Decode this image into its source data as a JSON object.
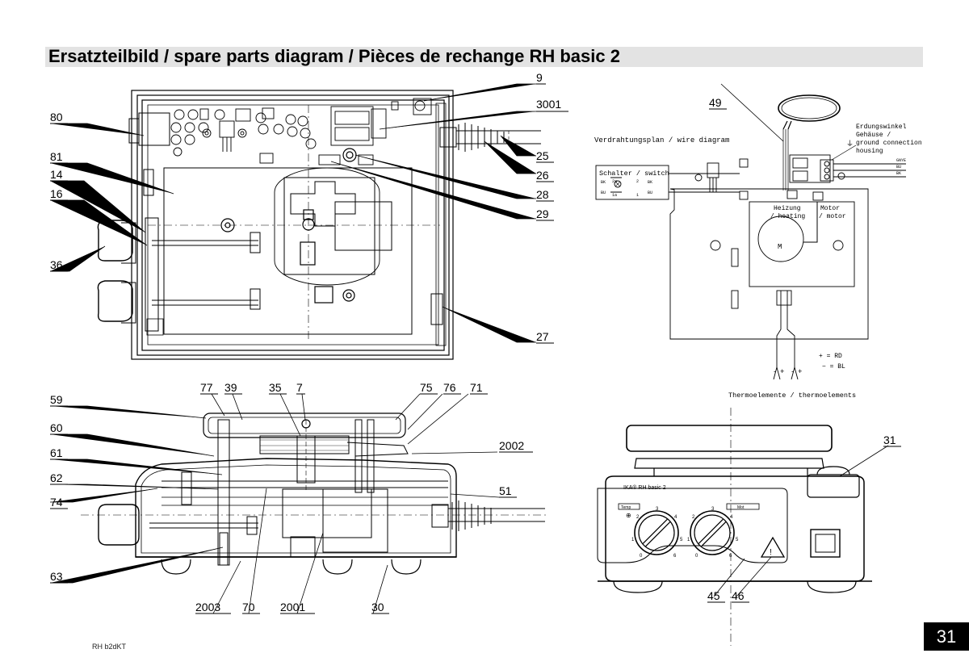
{
  "title": "Ersatzteilbild / spare parts diagram / Pièces de rechange   RH basic 2",
  "page_number": "31",
  "doc_code": "RH b2dKT",
  "top_view_callouts": [
    "9",
    "3001",
    "80",
    "81",
    "14",
    "16",
    "36",
    "25",
    "26",
    "28",
    "29",
    "27"
  ],
  "section_callouts": [
    "77",
    "39",
    "35",
    "7",
    "75",
    "76",
    "71",
    "59",
    "60",
    "61",
    "62",
    "74",
    "63",
    "2002",
    "51",
    "2003",
    "70",
    "2001",
    "30"
  ],
  "front_view_callouts": [
    "31",
    "45",
    "46"
  ],
  "wiring": {
    "callout": "49",
    "title": "Verdrahtungsplan / wire diagram",
    "switch_label": "Schalter / switch",
    "switch_terms": [
      "2a",
      "2",
      "1a",
      "1",
      "BK",
      "BU",
      "BK",
      "BU"
    ],
    "ground_lines": [
      "Erdungswinkel",
      "Gehäuse /",
      "ground connection",
      "housing"
    ],
    "lead_labels": [
      "GNYE",
      "BU",
      "BK"
    ],
    "heating_label": [
      "Heizung",
      "/ heating"
    ],
    "motor_label": [
      "Motor",
      "/ motor"
    ],
    "motor_symbol": "M",
    "legend": [
      "+ = RD",
      "− = BL"
    ],
    "polarity": [
      "-",
      "+",
      "-",
      "+"
    ],
    "thermo_label": "Thermoelemente / thermoelements"
  },
  "device": {
    "brand": "IKA® RH basic 2",
    "temp_label": "Temp",
    "speed_label": "Mot",
    "dial_numbers": [
      "0",
      "1",
      "2",
      "3",
      "4",
      "5",
      "6"
    ]
  }
}
